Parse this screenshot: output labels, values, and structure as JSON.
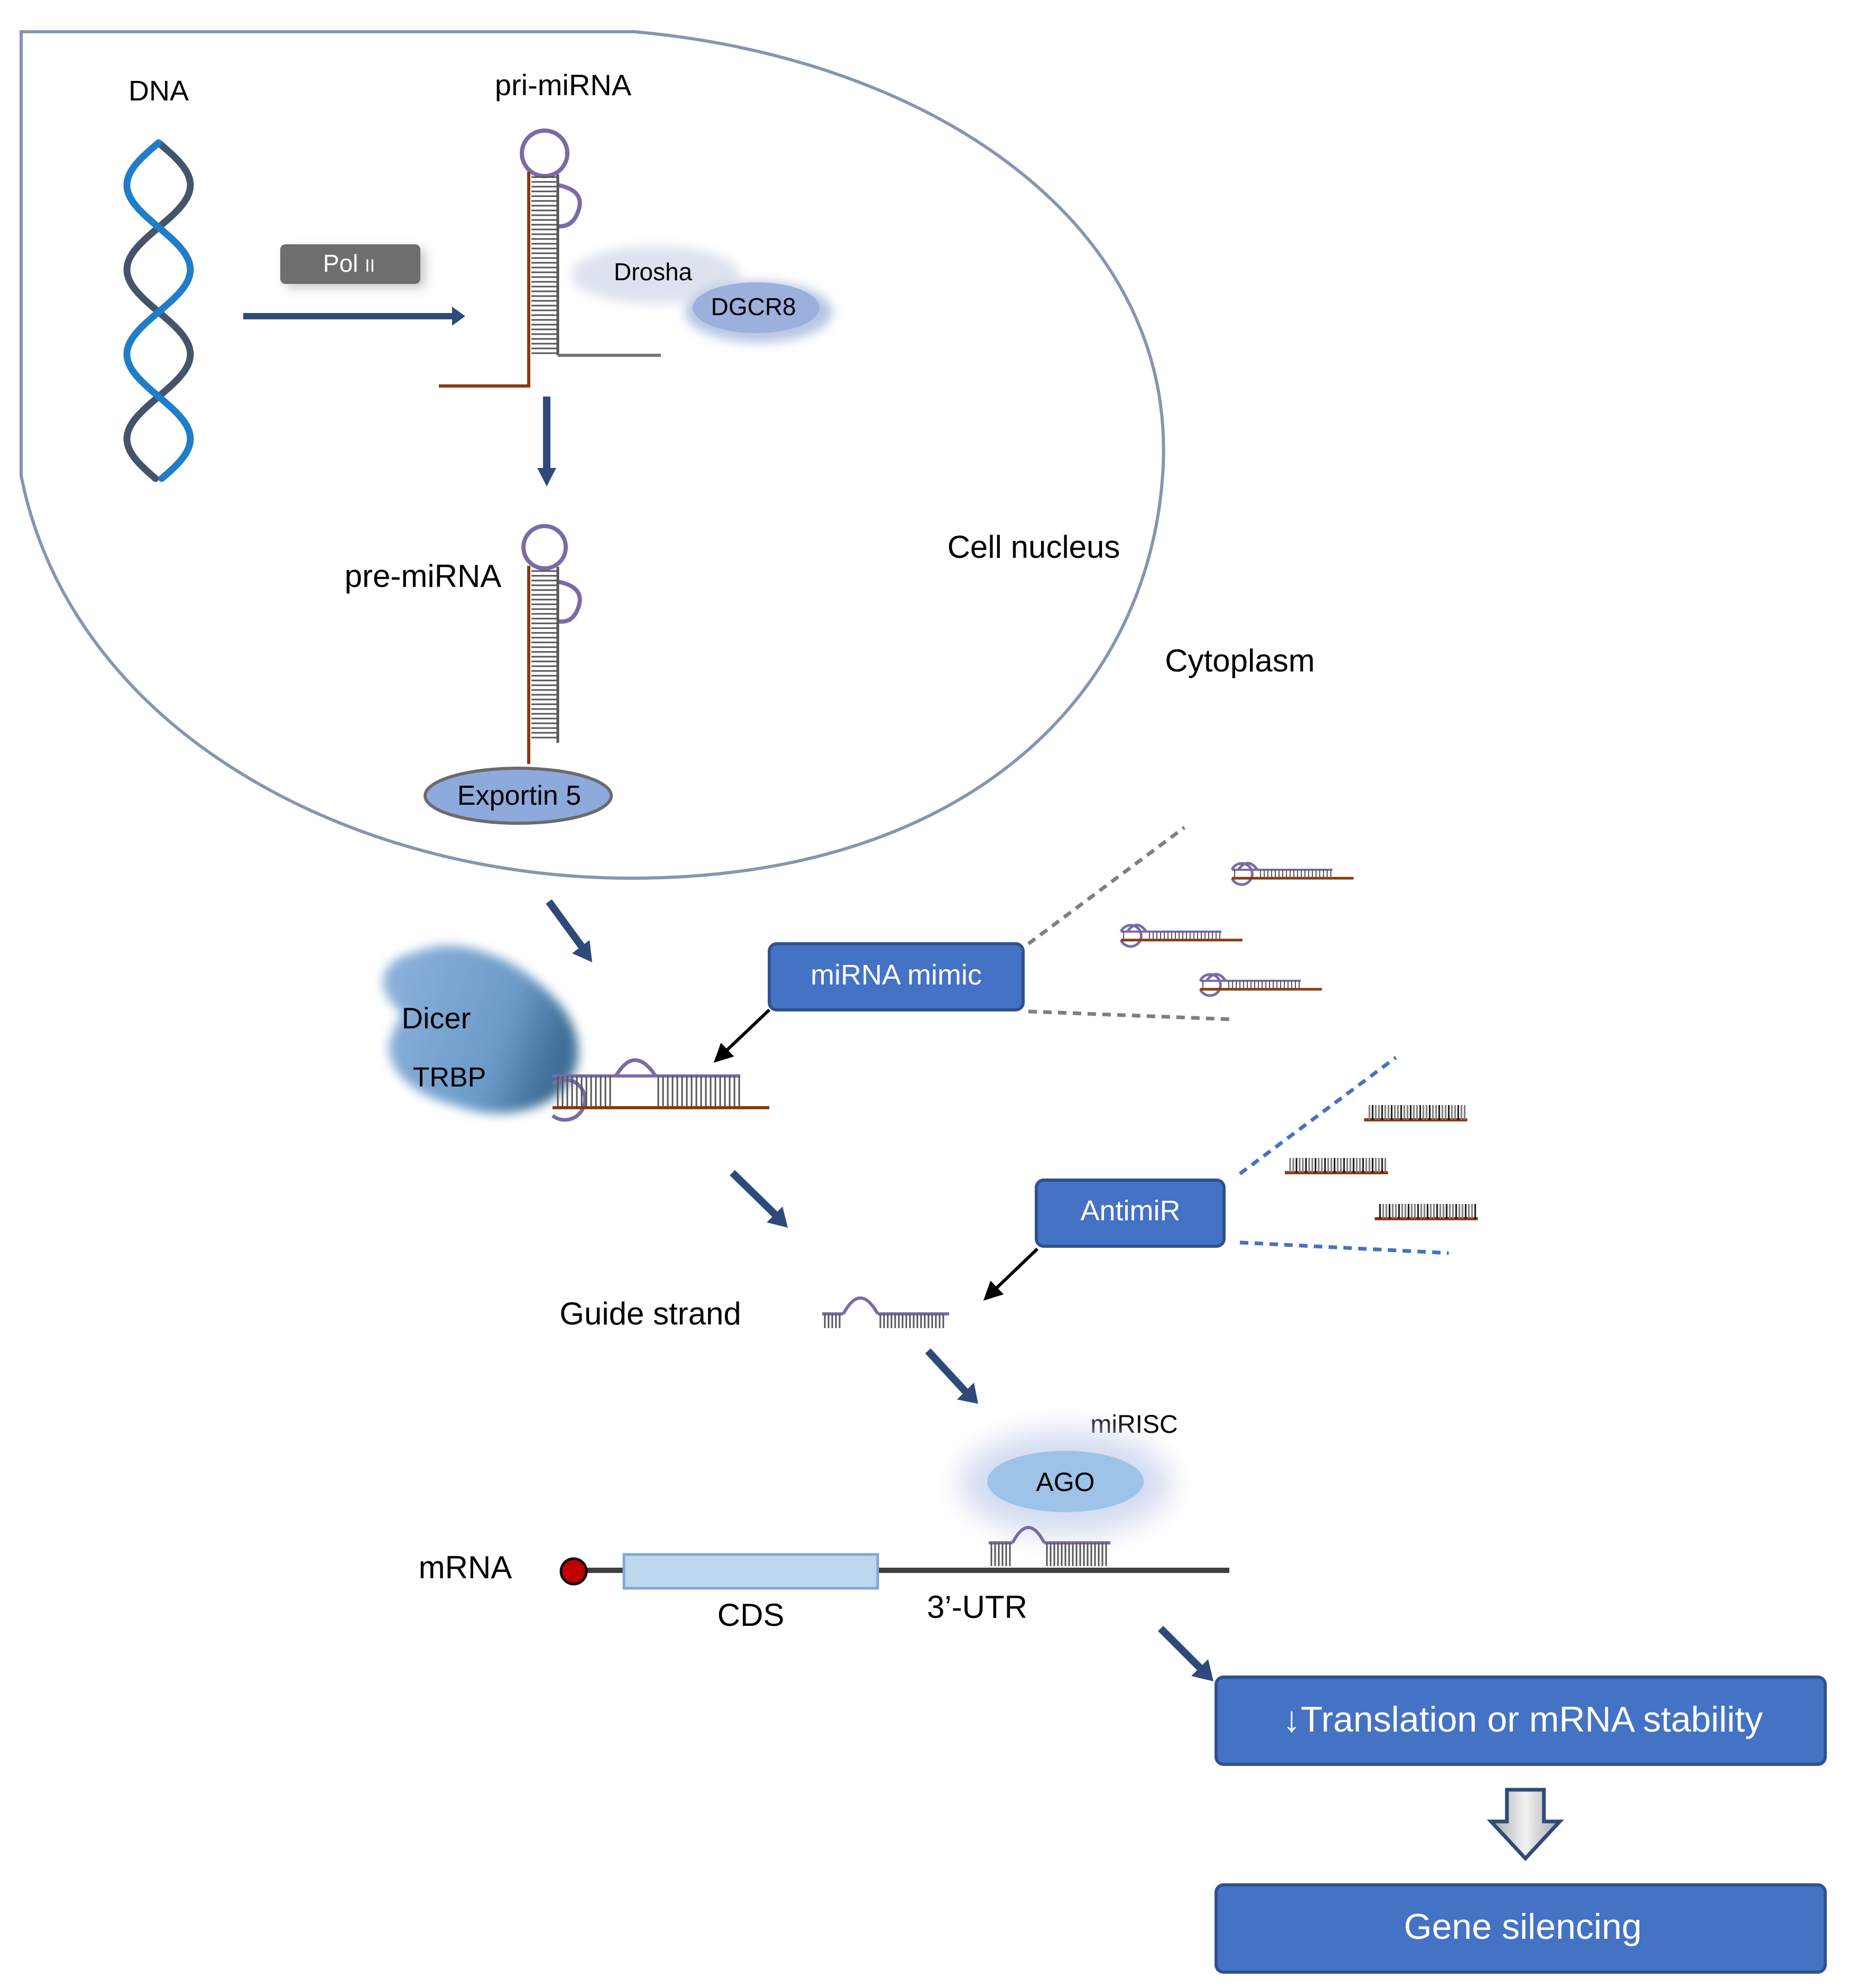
{
  "labels": {
    "dna": "DNA",
    "pri_mirna": "pri-miRNA",
    "pol": "Pol",
    "pol_suffix": "II",
    "drosha": "Drosha",
    "dgcr8": "DGCR8",
    "pre_mirna": "pre-miRNA",
    "cell_nucleus": "Cell nucleus",
    "exportin": "Exportin 5",
    "cytoplasm": "Cytoplasm",
    "dicer": "Dicer",
    "trbp": "TRBP",
    "mirna_mimic": "miRNA mimic",
    "antimir": "AntimiR",
    "guide_strand": "Guide strand",
    "mirisc": "miRISC",
    "ago": "AGO",
    "mrna": "mRNA",
    "cds": "CDS",
    "utr": "3’-UTR",
    "translation": "↓Translation or mRNA stability",
    "gene_silencing": "Gene silencing"
  },
  "colors": {
    "nucleus_outline": "#8496b0",
    "arrow_navy": "#2f4a7a",
    "rna_brown": "#8b3a12",
    "loop_purple": "#7b6aa8",
    "box_blue": "#4472c4",
    "box_border": "#2f528f",
    "dna_blue": "#1f7dc9",
    "dna_dark": "#44546a",
    "protein_blue": "#8ea9db",
    "cap_red": "#c00000"
  }
}
